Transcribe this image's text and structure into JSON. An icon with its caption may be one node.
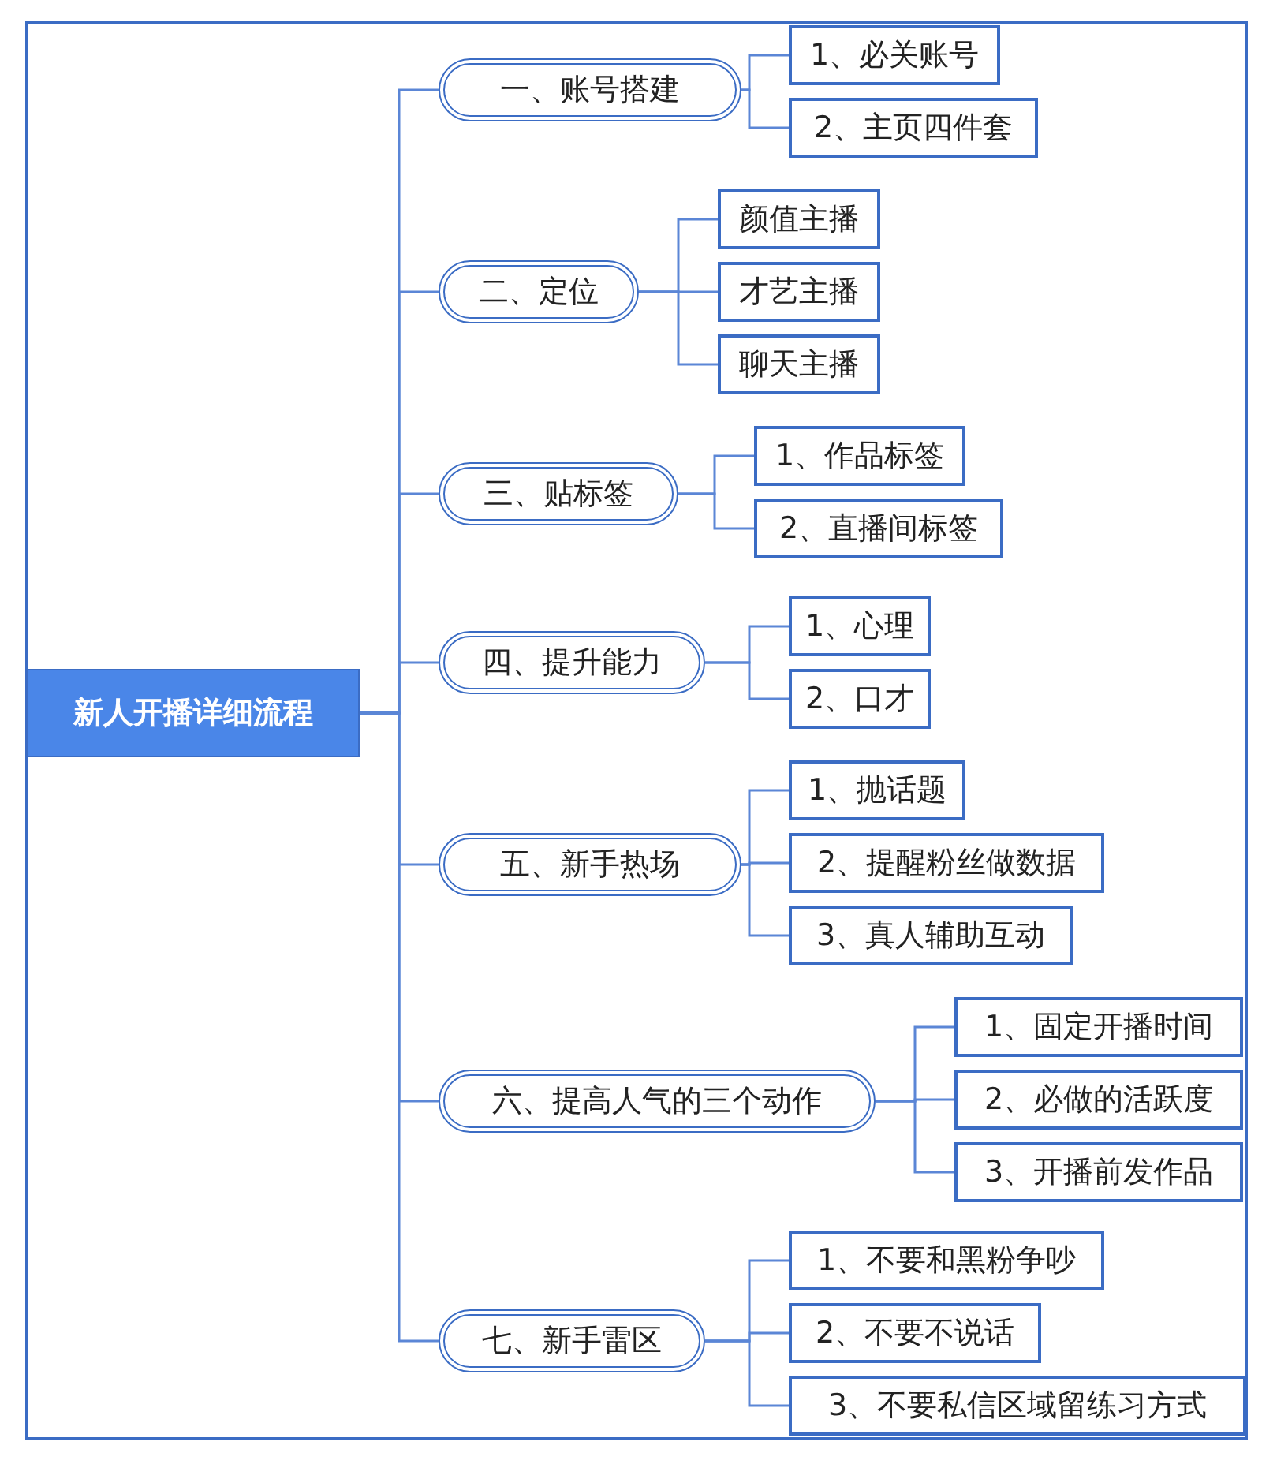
{
  "diagram": {
    "nodes": [
      {
        "text": [
          "新人开播详细流程"
        ]
      },
      {
        "text": [
          "一、账号搭建"
        ]
      },
      {
        "text": [
          "1、必关账号"
        ]
      },
      {
        "text": [
          "2、主页四件套"
        ]
      },
      {
        "text": [
          "二、定位"
        ]
      },
      {
        "text": [
          "颜值主播"
        ]
      },
      {
        "text": [
          "才艺主播"
        ]
      },
      {
        "text": [
          "聊天主播"
        ]
      },
      {
        "text": [
          "三、贴标签"
        ]
      },
      {
        "text": [
          "1、作品标签"
        ]
      },
      {
        "text": [
          "2、直播间标签"
        ]
      },
      {
        "text": [
          "四、提升能力"
        ]
      },
      {
        "text": [
          "1、心理"
        ]
      },
      {
        "text": [
          "2、口才"
        ]
      },
      {
        "text": [
          "五、新手热场"
        ]
      },
      {
        "text": [
          "1、抛话题"
        ]
      },
      {
        "text": [
          "2、提醒粉丝做数据"
        ]
      },
      {
        "text": [
          "3、真人辅助互动"
        ]
      },
      {
        "text": [
          "六、提高人气的三个动作"
        ]
      },
      {
        "text": [
          "1、固定开播时间"
        ]
      },
      {
        "text": [
          "2、必做的活跃度"
        ]
      },
      {
        "text": [
          "3、开播前发作品"
        ]
      },
      {
        "text": [
          "七、新手雷区"
        ]
      },
      {
        "text": [
          "1、不要和黑粉争吵"
        ]
      },
      {
        "text": [
          "2、不要不说话"
        ]
      },
      {
        "text": [
          "3、不要私信区域留练习方式"
        ]
      }
    ],
    "edges": [
      {
        "from": 0,
        "to": 1,
        "arrow": "none"
      },
      {
        "from": 1,
        "to": 2,
        "arrow": "none"
      },
      {
        "from": 1,
        "to": 3,
        "arrow": "none"
      },
      {
        "from": 0,
        "to": 4,
        "arrow": "none"
      },
      {
        "from": 4,
        "to": 5,
        "arrow": "none"
      },
      {
        "from": 4,
        "to": 6,
        "arrow": "none"
      },
      {
        "from": 4,
        "to": 7,
        "arrow": "none"
      },
      {
        "from": 0,
        "to": 8,
        "arrow": "none"
      },
      {
        "from": 8,
        "to": 9,
        "arrow": "none"
      },
      {
        "from": 8,
        "to": 10,
        "arrow": "none"
      },
      {
        "from": 0,
        "to": 11,
        "arrow": "none"
      },
      {
        "from": 11,
        "to": 12,
        "arrow": "none"
      },
      {
        "from": 11,
        "to": 13,
        "arrow": "none"
      },
      {
        "from": 0,
        "to": 14,
        "arrow": "none"
      },
      {
        "from": 14,
        "to": 15,
        "arrow": "none"
      },
      {
        "from": 14,
        "to": 16,
        "arrow": "none"
      },
      {
        "from": 14,
        "to": 17,
        "arrow": "none"
      },
      {
        "from": 0,
        "to": 18,
        "arrow": "none"
      },
      {
        "from": 18,
        "to": 19,
        "arrow": "none"
      },
      {
        "from": 18,
        "to": 20,
        "arrow": "none"
      },
      {
        "from": 18,
        "to": 21,
        "arrow": "none"
      },
      {
        "from": 0,
        "to": 22,
        "arrow": "none"
      },
      {
        "from": 22,
        "to": 23,
        "arrow": "none"
      },
      {
        "from": 22,
        "to": 24,
        "arrow": "none"
      },
      {
        "from": 22,
        "to": 25,
        "arrow": "none"
      }
    ]
  }
}
